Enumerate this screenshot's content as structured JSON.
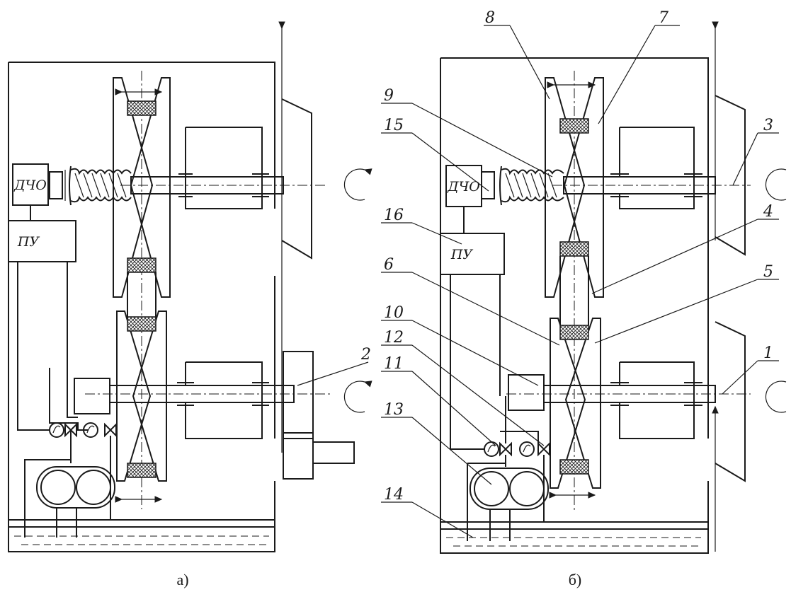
{
  "panel_a": {
    "caption": "а)",
    "block_dcho": "ДЧО",
    "block_pu": "ПУ",
    "callouts": [
      "2"
    ]
  },
  "panel_b": {
    "caption": "б)",
    "block_dcho": "ДЧО",
    "block_pu": "ПУ",
    "callouts": [
      "8",
      "7",
      "9",
      "15",
      "3",
      "16",
      "4",
      "6",
      "5",
      "10",
      "12",
      "1",
      "11",
      "13",
      "14"
    ]
  }
}
